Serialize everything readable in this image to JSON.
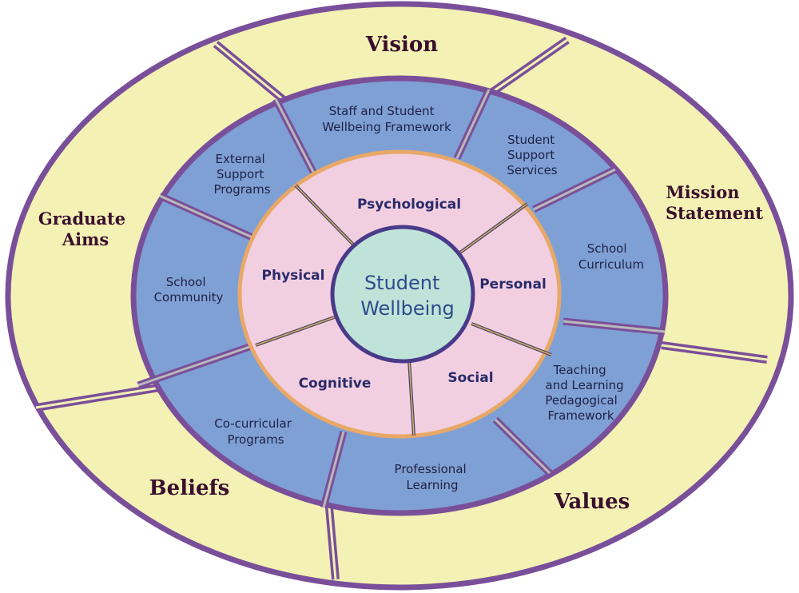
{
  "outer_ring": [
    {
      "label": "Vision"
    },
    {
      "label": "Mission Statement"
    },
    {
      "label": "Values"
    },
    {
      "label": "Beliefs"
    },
    {
      "label": "Graduate Aims"
    }
  ],
  "middle_ring": [
    {
      "label": "Staff and Student Wellbeing Framework"
    },
    {
      "label": "Student Support Services"
    },
    {
      "label": "School Curriculum"
    },
    {
      "label": "Teaching and Learning Pedagogical Framework"
    },
    {
      "label": "Professional Learning"
    },
    {
      "label": "Co-curricular Programs"
    },
    {
      "label": "School Community"
    },
    {
      "label": "External Support Programs"
    }
  ],
  "inner_ring": [
    {
      "label": "Psychological"
    },
    {
      "label": "Personal"
    },
    {
      "label": "Social"
    },
    {
      "label": "Cognitive"
    },
    {
      "label": "Physical"
    }
  ],
  "center": {
    "label": "Student Wellbeing"
  },
  "colors": {
    "outer_fill": "#f3f1b4",
    "middle_fill": "#7fa0d4",
    "inner_fill": "#f2cfe0",
    "center_fill": "#bfe3d8",
    "border": "#7a4f9a",
    "inner_border": "#e8a868"
  }
}
